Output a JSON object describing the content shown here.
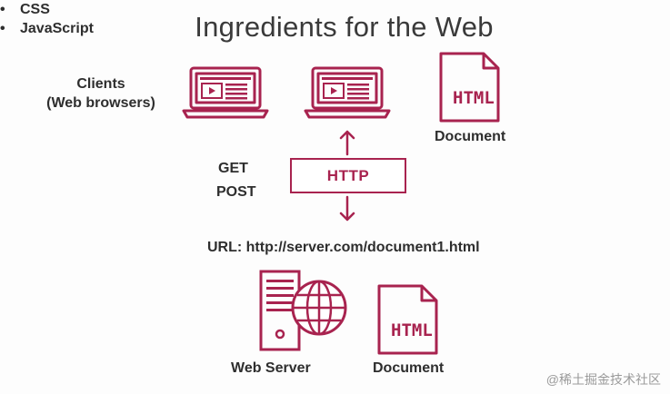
{
  "title": "Ingredients for the Web",
  "clients": {
    "line1": "Clients",
    "line2": "(Web browsers)"
  },
  "document_top_label": "Document",
  "html_glyph": "HTML",
  "bullets": [
    "CSS",
    "JavaScript"
  ],
  "methods": {
    "get": "GET",
    "post": "POST"
  },
  "http_label": "HTTP",
  "url_label": "URL: http://server.com/document1.html",
  "web_server_label": "Web Server",
  "document_bottom_label": "Document",
  "watermark": "@稀土掘金技术社区",
  "colors": {
    "accent": "#a8234f",
    "text": "#2e2e2e",
    "background": "#fdfdfd"
  },
  "icons": [
    "laptop-icon",
    "laptop-icon",
    "html-document-icon",
    "arrow-up-icon",
    "arrow-down-icon",
    "server-tower-icon",
    "globe-icon",
    "html-document-icon"
  ]
}
